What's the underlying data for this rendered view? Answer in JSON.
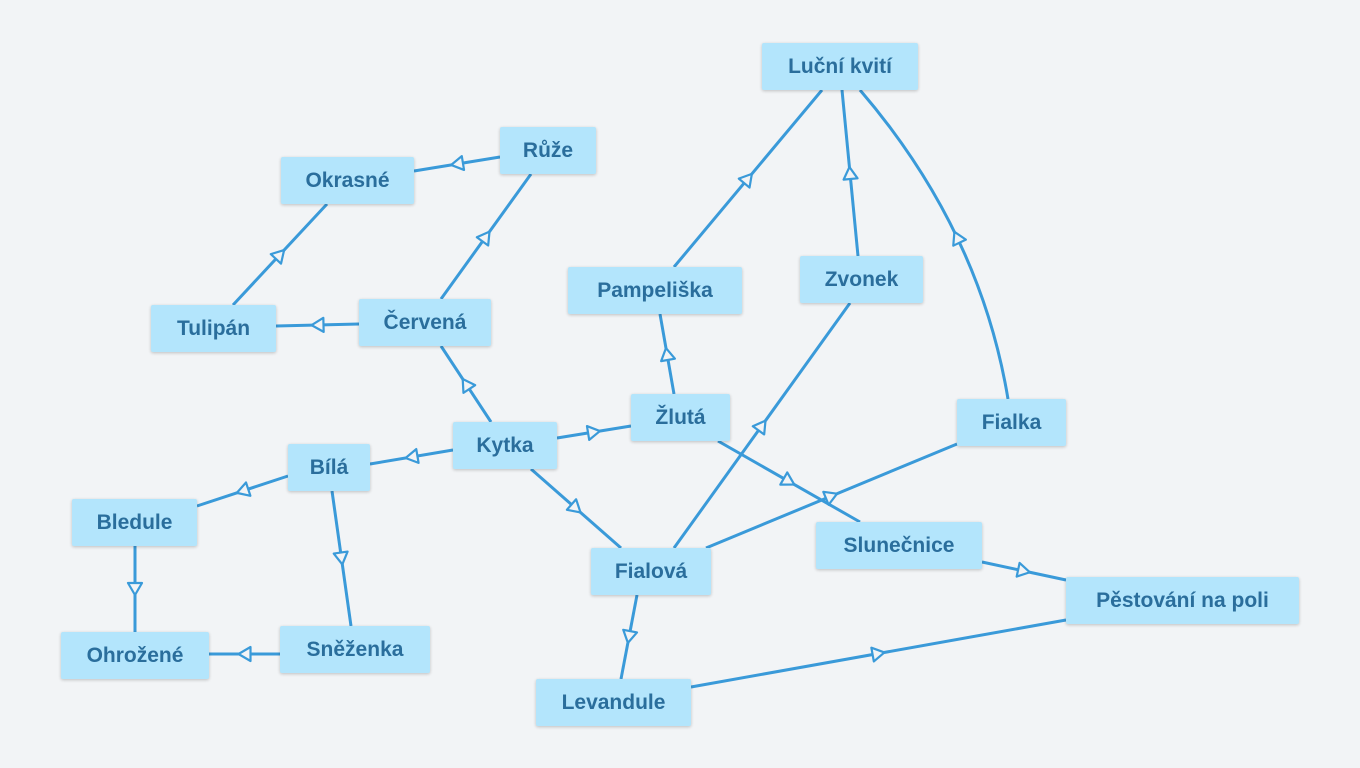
{
  "colors": {
    "background": "#f2f4f6",
    "node_fill": "#b3e5fc",
    "node_text": "#2a6e9c",
    "edge": "#3a9ad9"
  },
  "nodes": [
    {
      "id": "lucni",
      "label": "Luční kvití"
    },
    {
      "id": "ruze",
      "label": "Růže"
    },
    {
      "id": "okrasne",
      "label": "Okrasné"
    },
    {
      "id": "pampeliska",
      "label": "Pampeliška"
    },
    {
      "id": "zvonek",
      "label": "Zvonek"
    },
    {
      "id": "tulipan",
      "label": "Tulipán"
    },
    {
      "id": "cervena",
      "label": "Červená"
    },
    {
      "id": "zluta",
      "label": "Žlutá"
    },
    {
      "id": "fialka",
      "label": "Fialka"
    },
    {
      "id": "bila",
      "label": "Bílá"
    },
    {
      "id": "kytka",
      "label": "Kytka"
    },
    {
      "id": "bledule",
      "label": "Bledule"
    },
    {
      "id": "slunecnice",
      "label": "Slunečnice"
    },
    {
      "id": "fialova",
      "label": "Fialová"
    },
    {
      "id": "pestovani",
      "label": "Pěstování na poli"
    },
    {
      "id": "ohrozene",
      "label": "Ohrožené"
    },
    {
      "id": "snezenka",
      "label": "Sněženka"
    },
    {
      "id": "levandule",
      "label": "Levandule"
    }
  ],
  "edges": [
    {
      "from": "ruze",
      "to": "okrasne"
    },
    {
      "from": "tulipan",
      "to": "okrasne"
    },
    {
      "from": "cervena",
      "to": "tulipan"
    },
    {
      "from": "cervena",
      "to": "ruze"
    },
    {
      "from": "kytka",
      "to": "cervena"
    },
    {
      "from": "kytka",
      "to": "zluta"
    },
    {
      "from": "kytka",
      "to": "bila"
    },
    {
      "from": "kytka",
      "to": "fialova"
    },
    {
      "from": "zluta",
      "to": "pampeliska"
    },
    {
      "from": "zluta",
      "to": "slunecnice"
    },
    {
      "from": "pampeliska",
      "to": "lucni"
    },
    {
      "from": "zvonek",
      "to": "lucni"
    },
    {
      "from": "fialka",
      "to": "lucni"
    },
    {
      "from": "fialova",
      "to": "zvonek"
    },
    {
      "from": "fialova",
      "to": "fialka"
    },
    {
      "from": "fialova",
      "to": "levandule"
    },
    {
      "from": "slunecnice",
      "to": "pestovani"
    },
    {
      "from": "levandule",
      "to": "pestovani"
    },
    {
      "from": "bila",
      "to": "bledule"
    },
    {
      "from": "bila",
      "to": "snezenka"
    },
    {
      "from": "bledule",
      "to": "ohrozene"
    },
    {
      "from": "snezenka",
      "to": "ohrozene"
    }
  ]
}
